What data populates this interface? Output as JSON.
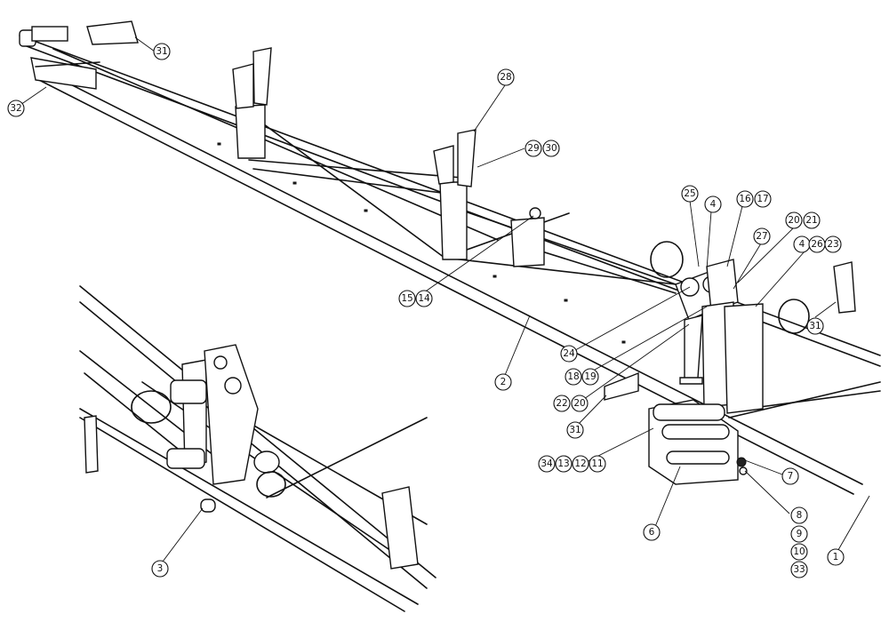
{
  "callouts": [
    {
      "id": "c31a",
      "label": "31"
    },
    {
      "id": "c32",
      "label": "32"
    },
    {
      "id": "c28",
      "label": "28"
    },
    {
      "id": "c29",
      "label": "29"
    },
    {
      "id": "c30",
      "label": "30"
    },
    {
      "id": "c25",
      "label": "25"
    },
    {
      "id": "c4a",
      "label": "4"
    },
    {
      "id": "c16",
      "label": "16"
    },
    {
      "id": "c17",
      "label": "17"
    },
    {
      "id": "c20a",
      "label": "20"
    },
    {
      "id": "c21",
      "label": "21"
    },
    {
      "id": "c27",
      "label": "27"
    },
    {
      "id": "c4b",
      "label": "4"
    },
    {
      "id": "c26",
      "label": "26"
    },
    {
      "id": "c23",
      "label": "23"
    },
    {
      "id": "c31b",
      "label": "31"
    },
    {
      "id": "c15",
      "label": "15"
    },
    {
      "id": "c14",
      "label": "14"
    },
    {
      "id": "c24",
      "label": "24"
    },
    {
      "id": "c18",
      "label": "18"
    },
    {
      "id": "c19",
      "label": "19"
    },
    {
      "id": "c2",
      "label": "2"
    },
    {
      "id": "c22",
      "label": "22"
    },
    {
      "id": "c20b",
      "label": "20"
    },
    {
      "id": "c31c",
      "label": "31"
    },
    {
      "id": "c34",
      "label": "34"
    },
    {
      "id": "c13",
      "label": "13"
    },
    {
      "id": "c12",
      "label": "12"
    },
    {
      "id": "c11",
      "label": "11"
    },
    {
      "id": "c7",
      "label": "7"
    },
    {
      "id": "c6",
      "label": "6"
    },
    {
      "id": "c8",
      "label": "8"
    },
    {
      "id": "c9",
      "label": "9"
    },
    {
      "id": "c10",
      "label": "10"
    },
    {
      "id": "c33",
      "label": "33"
    },
    {
      "id": "c1",
      "label": "1"
    },
    {
      "id": "c3",
      "label": "3"
    }
  ]
}
